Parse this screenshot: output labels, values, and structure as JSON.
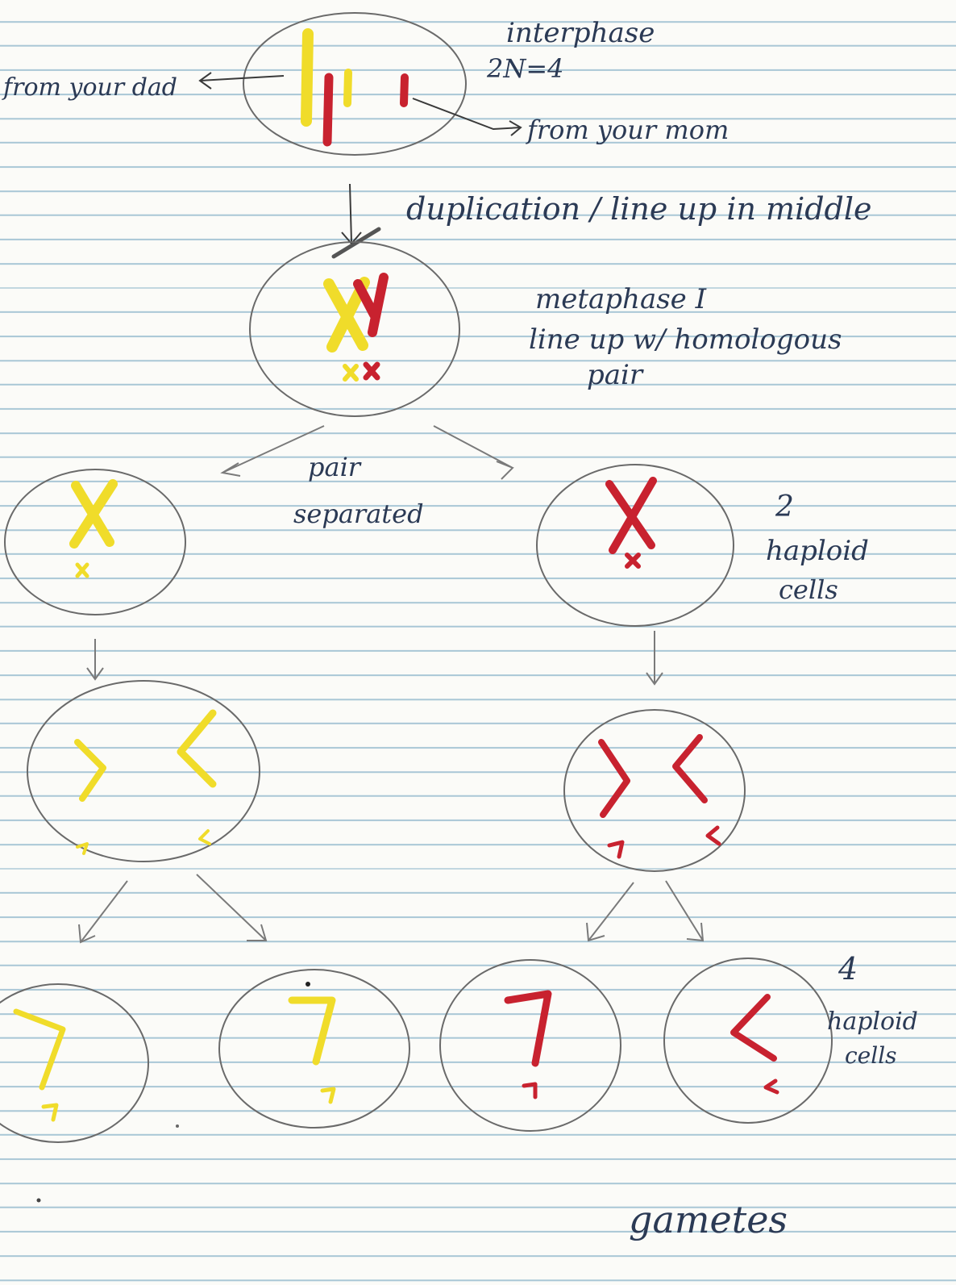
{
  "labels": {
    "interphase": "interphase",
    "ploidy": "2N=4",
    "from_dad": "from your dad",
    "from_mom": "from your mom",
    "duplication": "duplication / line up in middle",
    "metaphase": "metaphase I",
    "lineup_1": "line up w/ homologous",
    "lineup_2": "pair",
    "pair_1": "pair",
    "pair_2": "separated",
    "two": "2",
    "two_cells_1": "haploid",
    "two_cells_2": "cells",
    "four": "4",
    "four_cells_1": "haploid",
    "four_cells_2": "cells",
    "gametes": "gametes"
  },
  "colors": {
    "dad_chromosome": "#f0dc2a",
    "mom_chromosome": "#c8222f",
    "pencil": "#6a6a6a",
    "ink": "#2b3a55",
    "rule_line": "#a9c7d6"
  }
}
